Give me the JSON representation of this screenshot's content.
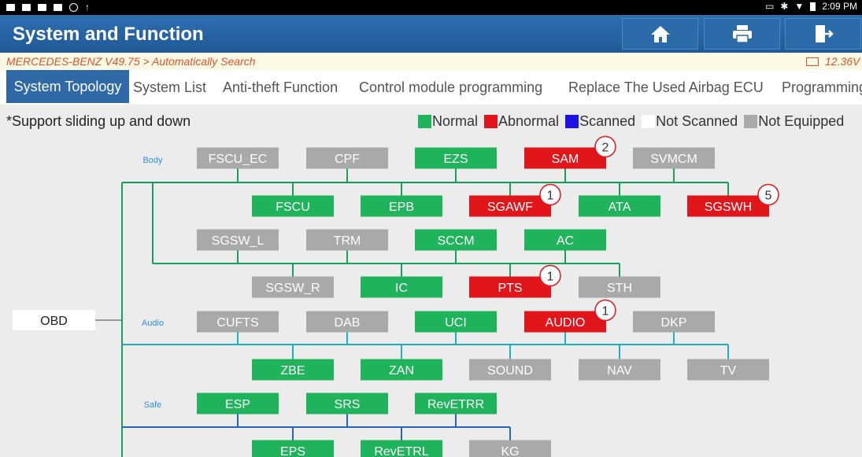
{
  "statusbar": {
    "time": "2:09 PM"
  },
  "header": {
    "title": "System and Function"
  },
  "breadcrumb": {
    "text": "MERCEDES-BENZ V49.75 > Automatically Search",
    "voltage": "12.36V"
  },
  "tabs": [
    {
      "label": "System Topology",
      "active": true
    },
    {
      "label": "System List",
      "active": false
    },
    {
      "label": "Anti-theft Function",
      "active": false
    },
    {
      "label": "Control module programming",
      "active": false
    },
    {
      "label": "Replace The Used Airbag ECU",
      "active": false
    },
    {
      "label": "Programming",
      "active": false
    }
  ],
  "hint": "*Support sliding up and down",
  "legend": [
    {
      "label": "Normal",
      "color": "#1fb35b"
    },
    {
      "label": "Abnormal",
      "color": "#e0161b"
    },
    {
      "label": "Scanned",
      "color": "#1e13e6"
    },
    {
      "label": "Not Scanned",
      "color": "#ffffff"
    },
    {
      "label": "Not Equipped",
      "color": "#a9a9a9"
    }
  ],
  "colors": {
    "normal": "#1fb35b",
    "abnormal": "#e0161b",
    "equipped_not": "#a9a9a9",
    "line_green": "#16a05a",
    "line_teal": "#1ab0c2",
    "line_blue": "#2465b9"
  },
  "topology": {
    "root": "OBD",
    "groups": [
      {
        "name": "Body",
        "line": "green",
        "rows": [
          [
            {
              "label": "FSCU_EC",
              "status": "none"
            },
            {
              "label": "CPF",
              "status": "none"
            },
            {
              "label": "EZS",
              "status": "normal"
            },
            {
              "label": "SAM",
              "status": "abnormal",
              "badge": "2"
            },
            {
              "label": "SVMCM",
              "status": "none"
            }
          ],
          [
            {
              "label": "FSCU",
              "status": "normal"
            },
            {
              "label": "EPB",
              "status": "normal"
            },
            {
              "label": "SGAWF",
              "status": "abnormal",
              "badge": "1"
            },
            {
              "label": "ATA",
              "status": "normal"
            },
            {
              "label": "SGSWH",
              "status": "abnormal",
              "badge": "5"
            }
          ],
          [
            {
              "label": "SGSW_L",
              "status": "none"
            },
            {
              "label": "TRM",
              "status": "none"
            },
            {
              "label": "SCCM",
              "status": "normal"
            },
            {
              "label": "AC",
              "status": "normal"
            }
          ],
          [
            {
              "label": "SGSW_R",
              "status": "none"
            },
            {
              "label": "IC",
              "status": "normal"
            },
            {
              "label": "PTS",
              "status": "abnormal",
              "badge": "1"
            },
            {
              "label": "STH",
              "status": "none"
            }
          ]
        ]
      },
      {
        "name": "Audio",
        "line": "teal",
        "rows": [
          [
            {
              "label": "CUFTS",
              "status": "none"
            },
            {
              "label": "DAB",
              "status": "none"
            },
            {
              "label": "UCI",
              "status": "normal"
            },
            {
              "label": "AUDIO",
              "status": "abnormal",
              "badge": "1"
            },
            {
              "label": "DKP",
              "status": "none"
            }
          ],
          [
            {
              "label": "ZBE",
              "status": "normal"
            },
            {
              "label": "ZAN",
              "status": "normal"
            },
            {
              "label": "SOUND",
              "status": "none"
            },
            {
              "label": "NAV",
              "status": "none"
            },
            {
              "label": "TV",
              "status": "none"
            }
          ]
        ]
      },
      {
        "name": "Safe",
        "line": "blue",
        "rows": [
          [
            {
              "label": "ESP",
              "status": "normal"
            },
            {
              "label": "SRS",
              "status": "normal"
            },
            {
              "label": "RevETRR",
              "status": "normal"
            }
          ],
          [
            {
              "label": "EPS",
              "status": "normal"
            },
            {
              "label": "RevETRL",
              "status": "normal"
            },
            {
              "label": "KG",
              "status": "none"
            }
          ]
        ]
      }
    ]
  }
}
